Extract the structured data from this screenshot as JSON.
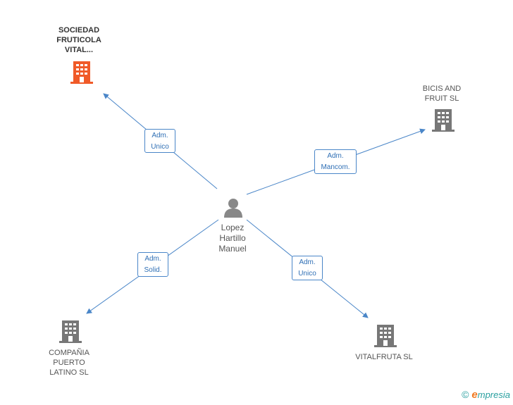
{
  "nodes": {
    "center": {
      "name": "Lopez\nHartillo\nManuel"
    },
    "sociedad": {
      "name": "SOCIEDAD\nFRUTICOLA\nVITAL..."
    },
    "bicis": {
      "name": "BICIS AND\nFRUIT SL"
    },
    "compania": {
      "name": "COMPAÑIA\nPUERTO\nLATINO SL"
    },
    "vitalfruta": {
      "name": "VITALFRUTA SL"
    }
  },
  "edges": {
    "sociedad": {
      "label": "Adm.\nUnico"
    },
    "bicis": {
      "label": "Adm.\nMancom."
    },
    "compania": {
      "label": "Adm.\nSolid."
    },
    "vitalfruta": {
      "label": "Adm.\nUnico"
    }
  },
  "colors": {
    "edge": "#4a86c8",
    "highlight": "#f05a28",
    "building": "#777777",
    "person": "#888888"
  },
  "footer": {
    "copyright": "©",
    "brand_e": "e",
    "brand_rest": "mpresia"
  }
}
